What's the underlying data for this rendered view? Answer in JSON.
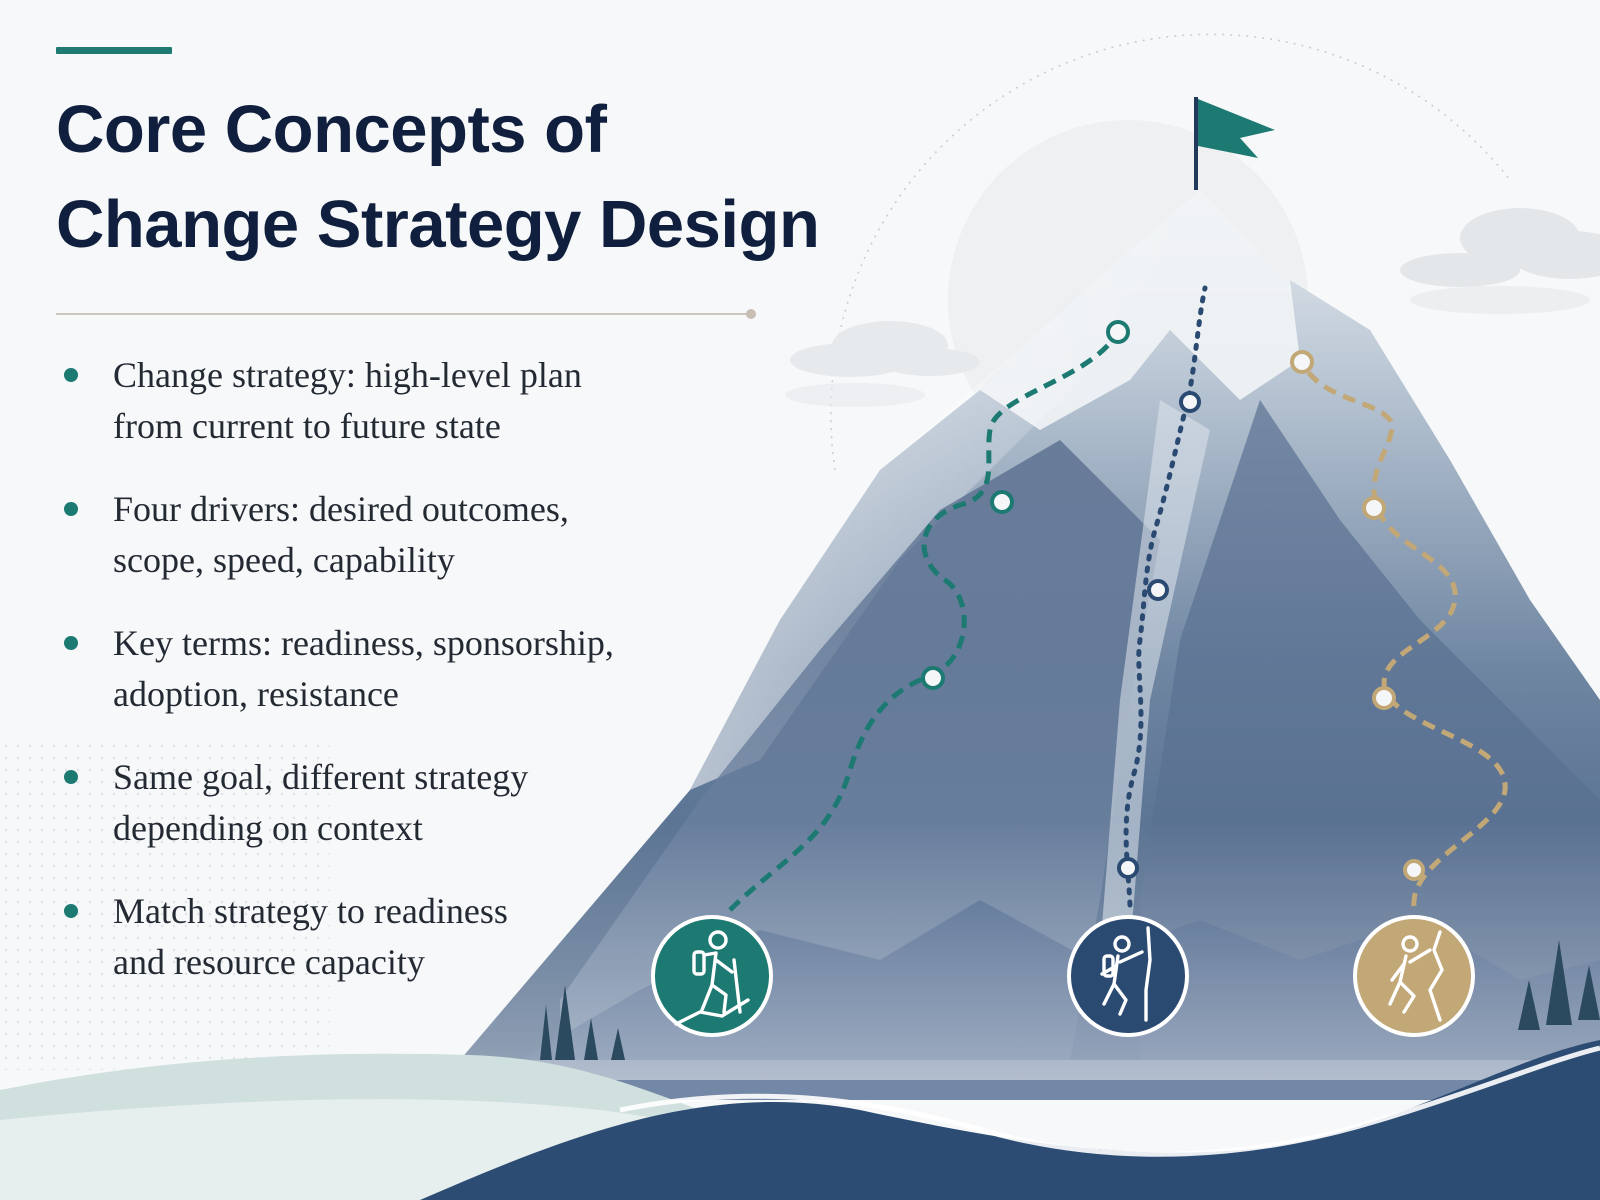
{
  "slide": {
    "title_lines": [
      "Core Concepts of",
      "Change Strategy Design"
    ],
    "bullets": [
      {
        "lines": [
          "Change strategy: high-level plan",
          "from current to future state"
        ]
      },
      {
        "lines": [
          "Four drivers: desired outcomes,",
          "scope, speed, capability"
        ]
      },
      {
        "lines": [
          "Key terms: readiness, sponsorship,",
          "adoption, resistance"
        ]
      },
      {
        "lines": [
          "Same goal, different strategy",
          "depending on context"
        ]
      },
      {
        "lines": [
          "Match strategy to readiness",
          "and resource capacity"
        ]
      }
    ]
  },
  "illustration": {
    "summit_flag_icon": "flag-icon",
    "paths": [
      {
        "name": "teal-path",
        "color": "#1d7a72",
        "style": "dashed",
        "climber_icon": "hiker-icon"
      },
      {
        "name": "navy-path",
        "color": "#2b4a72",
        "style": "dotted",
        "climber_icon": "rock-climber-icon"
      },
      {
        "name": "gold-path",
        "color": "#c2a777",
        "style": "dashed",
        "climber_icon": "climber-icon"
      }
    ]
  },
  "colors": {
    "title": "#0f1f3d",
    "accent_teal": "#1d7a72",
    "accent_navy": "#2b4a72",
    "accent_gold": "#c2a777",
    "mountain": "#6d84a0",
    "ground": "#2d4c73"
  }
}
